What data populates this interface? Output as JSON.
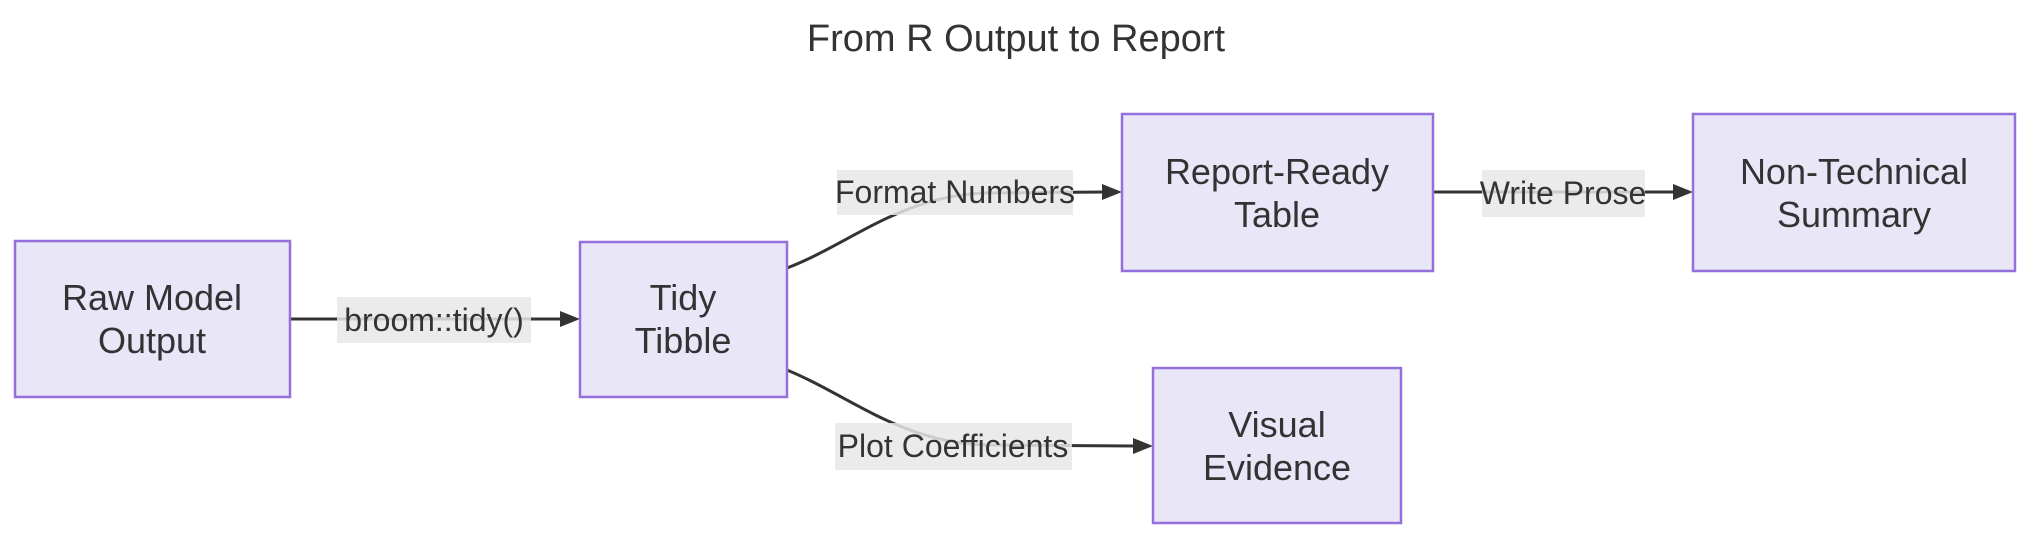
{
  "diagram": {
    "title": "From R Output to Report",
    "nodes": [
      {
        "id": "raw-model-output",
        "line1": "Raw Model",
        "line2": "Output"
      },
      {
        "id": "tidy-tibble",
        "line1": "Tidy",
        "line2": "Tibble"
      },
      {
        "id": "report-ready-table",
        "line1": "Report-Ready",
        "line2": "Table"
      },
      {
        "id": "non-technical-summary",
        "line1": "Non-Technical",
        "line2": "Summary"
      },
      {
        "id": "visual-evidence",
        "line1": "Visual",
        "line2": "Evidence"
      }
    ],
    "edges": [
      {
        "from": "Raw Model Output",
        "to": "Tidy Tibble",
        "label": "broom::tidy()"
      },
      {
        "from": "Tidy Tibble",
        "to": "Report-Ready Table",
        "label": "Format Numbers"
      },
      {
        "from": "Report-Ready Table",
        "to": "Non-Technical Summary",
        "label": "Write Prose"
      },
      {
        "from": "Tidy Tibble",
        "to": "Visual Evidence",
        "label": "Plot Coefficients"
      }
    ],
    "colors": {
      "background": "#FFFFFF",
      "node_fill": "#E9E6F8",
      "node_border": "#9370DB",
      "edge_line": "#333333",
      "label_bg": "#E8E8E8",
      "text": "#333333"
    }
  }
}
